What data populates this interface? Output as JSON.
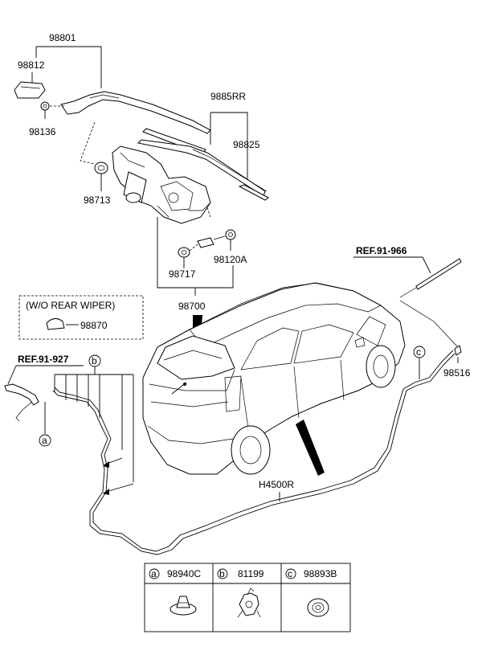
{
  "labels": {
    "p98801": "98801",
    "p98812": "98812",
    "p98136": "98136",
    "p9885RR": "9885RR",
    "p98825": "98825",
    "p98713": "98713",
    "p98120A": "98120A",
    "p98717": "98717",
    "p98700": "98700",
    "wo_rear_wiper": "(W/O REAR WIPER)",
    "p98870": "98870",
    "ref91927": "REF.91-927",
    "ref91966": "REF.91-966",
    "p98516": "98516",
    "h4500r": "H4500R",
    "callout_a": "a",
    "callout_b": "b",
    "callout_c": "c"
  },
  "legend": [
    {
      "letter": "a",
      "part": "98940C"
    },
    {
      "letter": "b",
      "part": "81199"
    },
    {
      "letter": "c",
      "part": "98893B"
    }
  ]
}
